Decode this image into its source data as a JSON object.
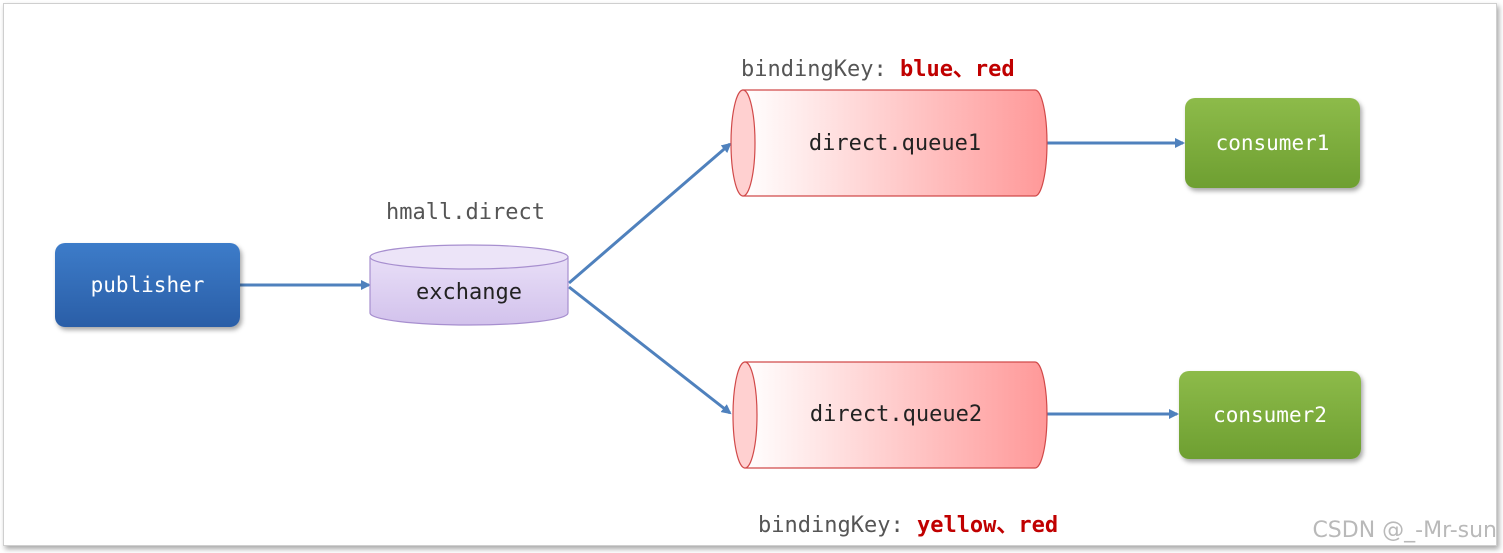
{
  "nodes": {
    "publisher": "publisher",
    "exchange": "exchange",
    "exchange_name": "hmall.direct",
    "queue1": "direct.queue1",
    "queue2": "direct.queue2",
    "consumer1": "consumer1",
    "consumer2": "consumer2"
  },
  "bindings": {
    "queue1": {
      "prefix": "bindingKey: ",
      "keys": "blue、red"
    },
    "queue2": {
      "prefix": "bindingKey: ",
      "keys": "yellow、red"
    }
  },
  "watermark": "CSDN @_-Mr-sun",
  "colors": {
    "publisher": "#2f68b3",
    "exchange": "#dcd0f0",
    "queue": "#ff9999",
    "consumer": "#7aab3b",
    "arrow": "#4f81bd",
    "binding_keys": "#c00000"
  }
}
